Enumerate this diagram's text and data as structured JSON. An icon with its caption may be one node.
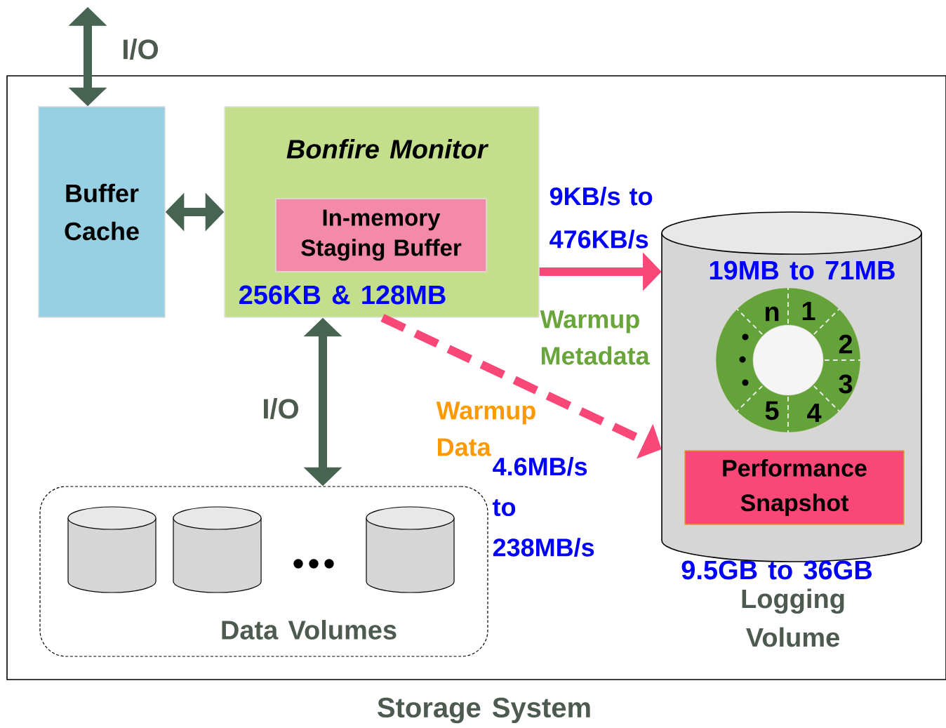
{
  "diagram": {
    "nodes": [
      {
        "text": [
          "Storage System"
        ]
      },
      {
        "text": [
          "Buffer Cache"
        ],
        "in": 0
      },
      {
        "text": [
          "*Bonfire Monitor*",
          "256KB & 128MB"
        ],
        "in": 0
      },
      {
        "text": [
          "In-memory Staging Buffer"
        ],
        "in": 2
      },
      {
        "text": [
          "Logging Volume"
        ],
        "beside": [
          "9.5GB to 36GB"
        ],
        "in": 0
      },
      {
        "text": [
          "n",
          "1",
          "2",
          "3",
          "4",
          "5"
        ],
        "beside": [
          "19MB to 71MB"
        ],
        "in": 4
      },
      {
        "text": [
          "Performance Snapshot"
        ],
        "in": 4
      },
      {
        "text": [
          "Data Volumes"
        ],
        "in": 0
      },
      {
        "text": [],
        "shape": "cylinder",
        "in": 7
      },
      {
        "text": [],
        "shape": "cylinder",
        "in": 7
      },
      {
        "text": [],
        "shape": "cylinder",
        "in": 7
      }
    ],
    "edges": [
      {
        "from": null,
        "to": 1,
        "arrow": "both",
        "label": "I/O"
      },
      {
        "from": 1,
        "to": 2,
        "arrow": "both"
      },
      {
        "from": 2,
        "to": 7,
        "arrow": "both",
        "label": "I/O"
      },
      {
        "from": 2,
        "to": 4,
        "arrow": "to",
        "label": "9KB/s to 476KB/s",
        "color": "#f94877"
      },
      {
        "from": 2,
        "to": 4,
        "arrow": "to",
        "label": "4.6MB/s to 238MB/s",
        "style": "dashed",
        "color": "#f94877"
      }
    ],
    "labels": [
      "Warmup Metadata",
      "Warmup Data"
    ]
  }
}
